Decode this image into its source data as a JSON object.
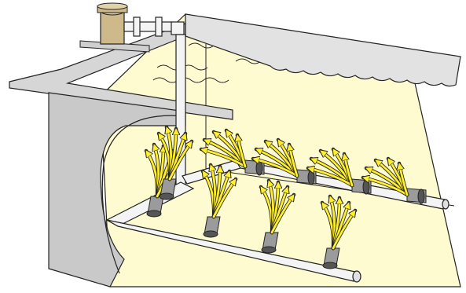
{
  "diagram": {
    "kind": "illustration",
    "subject": "tank-with-submerged-jet-nozzles",
    "colors": {
      "liquid": "#fffbd0",
      "liquid_edge": "#f3ecb0",
      "wall_face": "#c9c9c9",
      "wall_dark": "#a9a9a9",
      "rim": "#d9d9d9",
      "pipe": "#f4f4f4",
      "nozzle": "#9b9b9b",
      "arrow": "#ffee2a",
      "outline": "#222222"
    },
    "nozzle_groups": {
      "front_row_count": 4,
      "back_row_count": 4
    }
  }
}
